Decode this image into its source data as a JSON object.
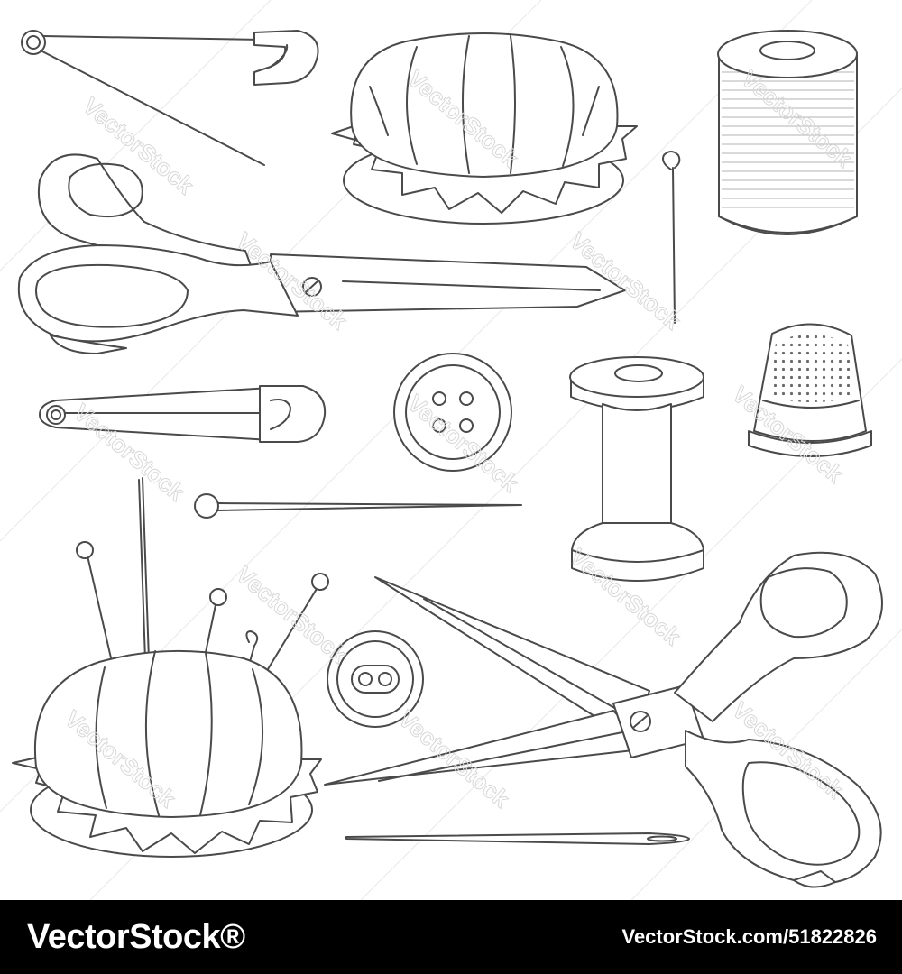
{
  "watermark": {
    "text": "VectorStock"
  },
  "footer": {
    "brand": "VectorStock®",
    "image_ref": "VectorStock.com/51822826"
  },
  "colors": {
    "line": "#4a4a4a",
    "background": "#ffffff",
    "footer_bg": "#000000",
    "footer_text": "#ffffff"
  },
  "items": [
    "safety-pin-open",
    "pin-cushion",
    "thread-spool",
    "tailor-scissors-top",
    "sewing-pin-loop",
    "thimble",
    "safety-pin-closed",
    "button-four-hole",
    "wooden-bobbin",
    "ball-head-pin",
    "pin-cushion-with-pins",
    "button-two-hole",
    "tailor-scissors-bottom",
    "sewing-needle"
  ]
}
